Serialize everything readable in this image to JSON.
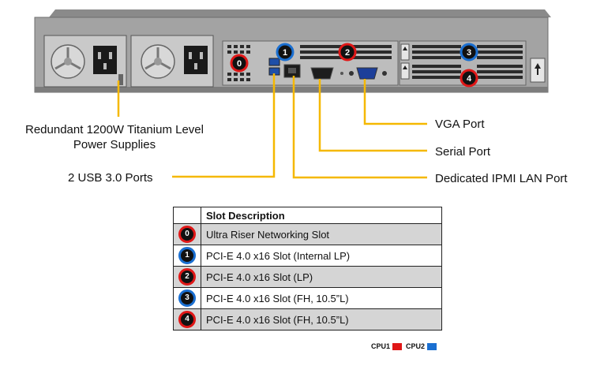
{
  "callouts": {
    "psu": "Redundant 1200W Titanium Level Power Supplies",
    "usb": "2 USB 3.0 Ports",
    "vga": "VGA Port",
    "serial": "Serial Port",
    "ipmi": "Dedicated IPMI LAN Port"
  },
  "table": {
    "header": "Slot Description",
    "rows": [
      {
        "num": "0",
        "text": "Ultra Riser Networking Slot",
        "cpu": "CPU1"
      },
      {
        "num": "1",
        "text": "PCI-E 4.0 x16 Slot (Internal LP)",
        "cpu": "CPU2"
      },
      {
        "num": "2",
        "text": "PCI-E 4.0 x16 Slot (LP)",
        "cpu": "CPU1"
      },
      {
        "num": "3",
        "text": "PCI-E 4.0 x16 Slot (FH, 10.5”L)",
        "cpu": "CPU2"
      },
      {
        "num": "4",
        "text": "PCI-E 4.0 x16 Slot (FH, 10.5”L)",
        "cpu": "CPU1"
      }
    ]
  },
  "legend": {
    "cpu1": "CPU1",
    "cpu2": "CPU2"
  },
  "colors": {
    "cpu1": "#e01717",
    "cpu2": "#1a6fd1",
    "callout_line": "#f5b800",
    "chassis": "#9a9a9a"
  }
}
